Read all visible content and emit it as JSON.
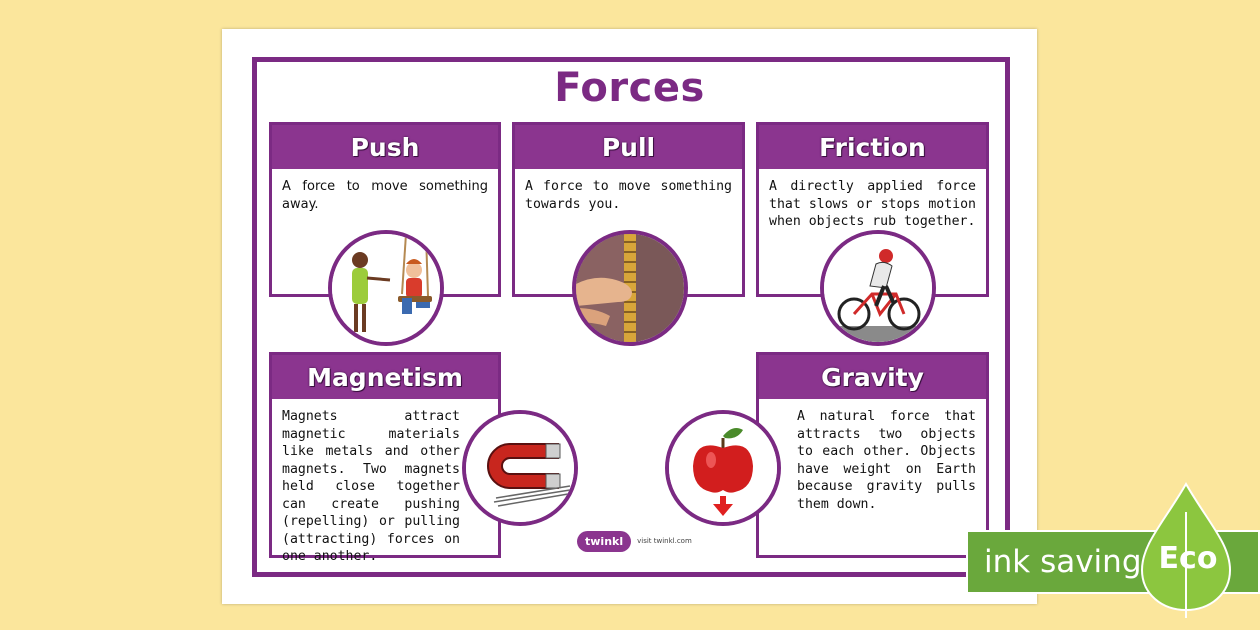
{
  "title": "Forces",
  "cards": {
    "push": {
      "heading": "Push",
      "text": "A force to move something away."
    },
    "pull": {
      "heading": "Pull",
      "text": "A force to move something towards you."
    },
    "friction": {
      "heading": "Friction",
      "text": "A directly applied force that slows or stops motion when objects rub together."
    },
    "magnetism": {
      "heading": "Magnetism",
      "text": "Magnets attract magnetic materials like metals and other magnets. Two magnets held close together can create pushing (repelling) or pulling (attracting) forces on one another."
    },
    "gravity": {
      "heading": "Gravity",
      "text": "A natural force that attracts two objects to each other. Objects have weight on Earth because gravity pulls them down."
    }
  },
  "logo": {
    "brand": "twinkl",
    "visit": "visit twinkl.com"
  },
  "badge": {
    "label": "ink saving",
    "eco": "Eco"
  },
  "colors": {
    "accent": "#7b2a83",
    "header": "#8b358f",
    "background": "#fbe69c",
    "eco_green": "#6aa83c"
  },
  "icons": [
    "swing-push-icon",
    "zip-pull-icon",
    "cyclist-icon",
    "horseshoe-magnet-icon",
    "apple-gravity-icon",
    "leaf-icon"
  ]
}
